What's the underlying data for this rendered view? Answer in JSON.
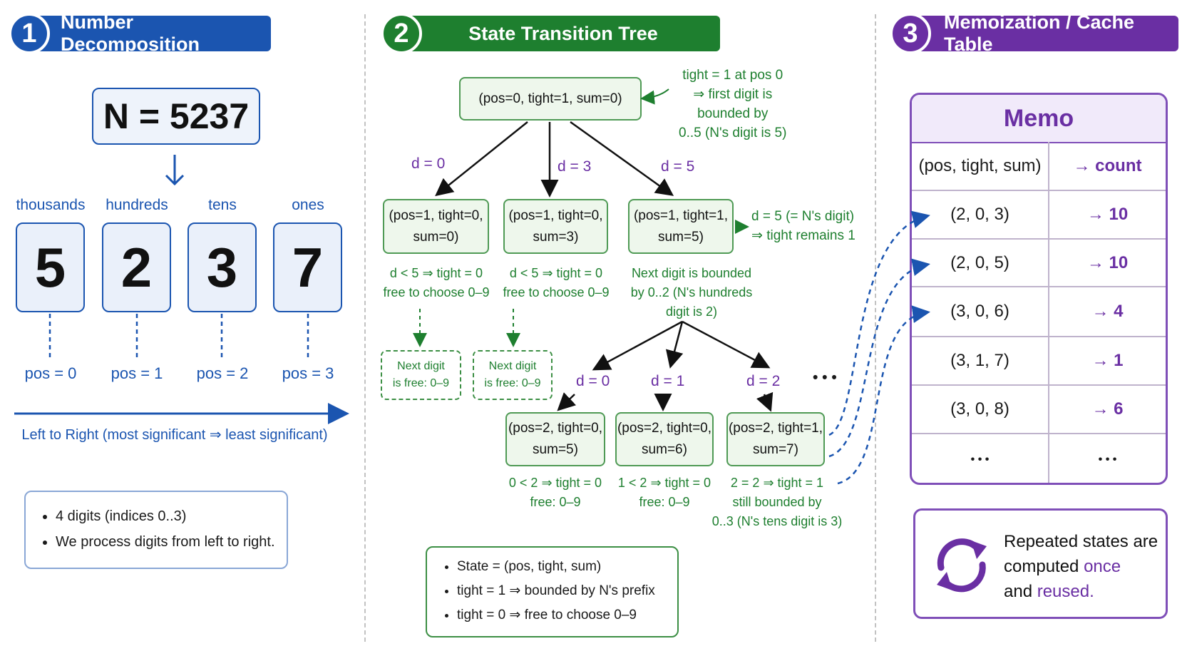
{
  "sections": [
    {
      "number": "1",
      "title": "Number Decomposition",
      "color": "#1b55b0"
    },
    {
      "number": "2",
      "title": "State Transition Tree",
      "color": "#1e7f2f"
    },
    {
      "number": "3",
      "title": "Memoization / Cache Table",
      "color": "#6a2fa3"
    }
  ],
  "decomposition": {
    "n_label": "N = 5237",
    "places": [
      "thousands",
      "hundreds",
      "tens",
      "ones"
    ],
    "digits": [
      "5",
      "2",
      "3",
      "7"
    ],
    "positions": [
      "pos = 0",
      "pos = 1",
      "pos = 2",
      "pos = 3"
    ],
    "direction": "Left to Right (most significant ⇒ least significant)",
    "notes": [
      "4 digits (indices 0..3)",
      "We process digits from left to right."
    ]
  },
  "tree": {
    "root": [
      "(pos=0, tight=1, sum=0)"
    ],
    "root_note": [
      "tight = 1 at pos 0",
      "⇒ first digit is",
      "bounded by",
      "0..5 (N's digit is 5)"
    ],
    "level1_edges": [
      "d = 0",
      "d = 3",
      "d = 5"
    ],
    "level1": [
      {
        "lines": [
          "(pos=1, tight=0,",
          "sum=0)"
        ],
        "note": [
          "d < 5 ⇒ tight = 0",
          "free to choose 0–9"
        ],
        "child": [
          "Next digit",
          "is free: 0–9"
        ]
      },
      {
        "lines": [
          "(pos=1, tight=0,",
          "sum=3)"
        ],
        "note": [
          "d < 5 ⇒ tight = 0",
          "free to choose 0–9"
        ],
        "child": [
          "Next digit",
          "is free: 0–9"
        ]
      },
      {
        "lines": [
          "(pos=1, tight=1,",
          "sum=5)"
        ],
        "note": [
          "Next digit is bounded",
          "by 0..2 (N's hundreds",
          "digit is 2)"
        ]
      }
    ],
    "side_note": [
      "d = 5 (= N's digit)",
      "⇒ tight remains 1"
    ],
    "level2_edges": [
      "d = 0",
      "d = 1",
      "d = 2"
    ],
    "ellipsis": "• • •",
    "level2": [
      {
        "lines": [
          "(pos=2, tight=0,",
          "sum=5)"
        ],
        "note": [
          "0 < 2 ⇒ tight = 0",
          "free: 0–9"
        ]
      },
      {
        "lines": [
          "(pos=2, tight=0,",
          "sum=6)"
        ],
        "note": [
          "1 < 2 ⇒ tight = 0",
          "free: 0–9"
        ]
      },
      {
        "lines": [
          "(pos=2, tight=1,",
          "sum=7)"
        ],
        "note": [
          "2 = 2 ⇒ tight = 1",
          "still bounded by",
          "0..3 (N's tens digit is 3)"
        ]
      }
    ],
    "legend": [
      "State = (pos, tight, sum)",
      "tight = 1 ⇒ bounded by N's prefix",
      "tight = 0 ⇒ free to choose 0–9"
    ]
  },
  "memo": {
    "title": "Memo",
    "headers": [
      "(pos, tight, sum)",
      "→ count"
    ],
    "rows": [
      {
        "key": "(2, 0, 3)",
        "value": "→ 10"
      },
      {
        "key": "(2, 0, 5)",
        "value": "→ 10"
      },
      {
        "key": "(3, 0, 6)",
        "value": "→  4"
      },
      {
        "key": "(3, 1, 7)",
        "value": "→  1"
      },
      {
        "key": "(3, 0, 8)",
        "value": "→  6"
      },
      {
        "key": "• • •",
        "value": "• • •"
      }
    ],
    "reuse_text": {
      "part1": "Repeated states are",
      "part2": "computed ",
      "part3": "once",
      "part4": "and ",
      "part5": "reused."
    }
  }
}
